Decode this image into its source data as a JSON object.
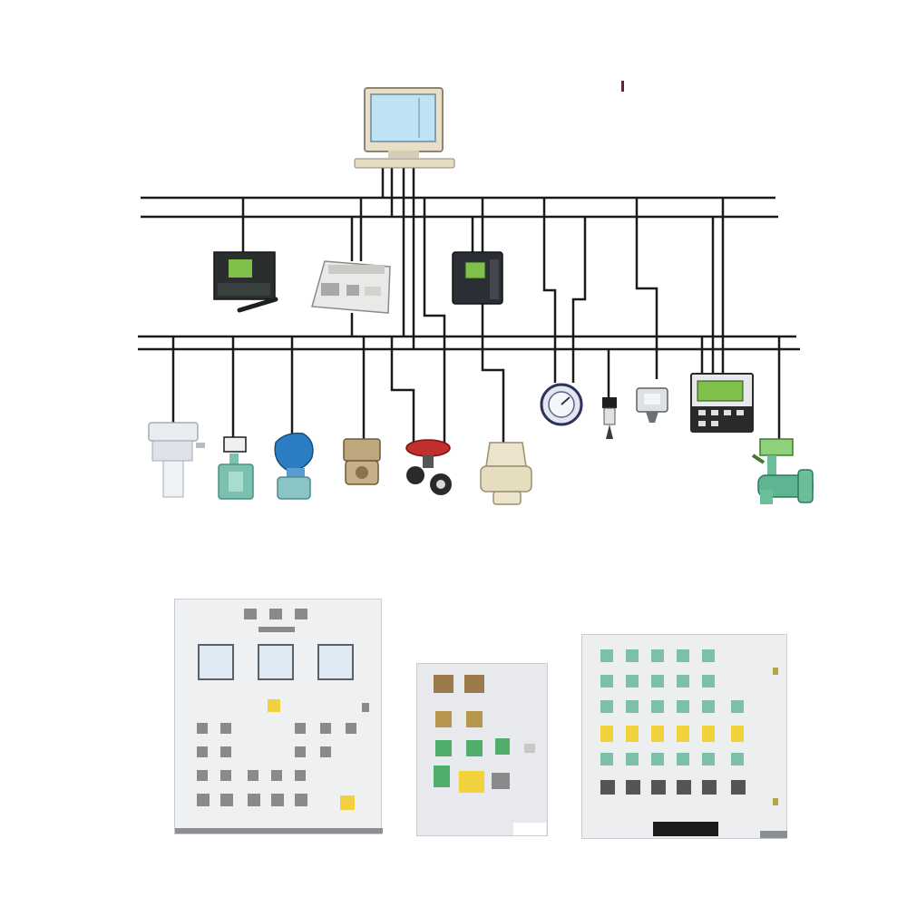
{
  "colors": {
    "bus": "#1a1a1a",
    "monitor_screen": "#bfe3f5",
    "display_green": "#7ec04a",
    "panel_bg": "#eef0f2",
    "panel_edge": "#c9cdd2",
    "indicator_gray": "#8a8a8a",
    "indicator_yellow": "#f2d23a",
    "indicator_green": "#4fae6a",
    "indicator_teal": "#7cc0a8",
    "indicator_bronze": "#9c7a4a"
  },
  "icons": {
    "host": "desktop-computer-icon",
    "upper_devices": [
      "hmi-monitor-icon",
      "keyboard-controller-icon",
      "panel-meter-icon"
    ],
    "field_devices": [
      "level-transmitter-icon",
      "flow-meter-icon",
      "pressure-transmitter-icon",
      "valve-actuator-icon",
      "control-valve-icon",
      "positioner-icon",
      "pressure-gauge-icon",
      "temperature-probe-icon",
      "sensor-transmitter-icon",
      "control-station-icon",
      "flow-transmitter-icon"
    ]
  },
  "panels": [
    {
      "name": "cabinet-panel-left",
      "label": ""
    },
    {
      "name": "cabinet-panel-middle",
      "label": ""
    },
    {
      "name": "cabinet-panel-right",
      "label": ""
    }
  ]
}
